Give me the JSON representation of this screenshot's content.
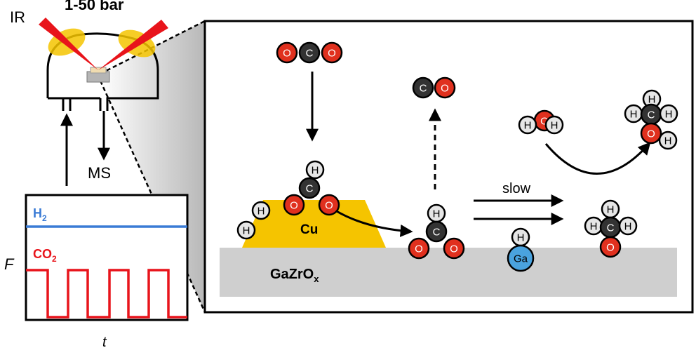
{
  "header": {
    "pressure": "1-50 bar"
  },
  "reactor": {
    "ir_label": "IR",
    "ms_label": "MS"
  },
  "flow_plot": {
    "y_axis_label": "F",
    "x_axis_label": "t",
    "h2_label": "H",
    "h2_sub": "2",
    "co2_label": "CO",
    "co2_sub": "2",
    "colors": {
      "h2": "#3a7bd5",
      "co2": "#e8141b"
    }
  },
  "mechanism": {
    "catalyst_label": "Cu",
    "support_label": "GaZrO",
    "support_sub": "x",
    "slow_label": "slow",
    "atom_symbols": {
      "carbon": "C",
      "oxygen": "O",
      "hydrogen": "H",
      "gallium": "Ga"
    },
    "colors": {
      "cu": "#f5c400",
      "support": "#cfcfcf",
      "oxygen": "#e0301e",
      "carbon": "#333333",
      "hydrogen": "#e6e6e6",
      "gallium": "#4aa3df"
    }
  }
}
